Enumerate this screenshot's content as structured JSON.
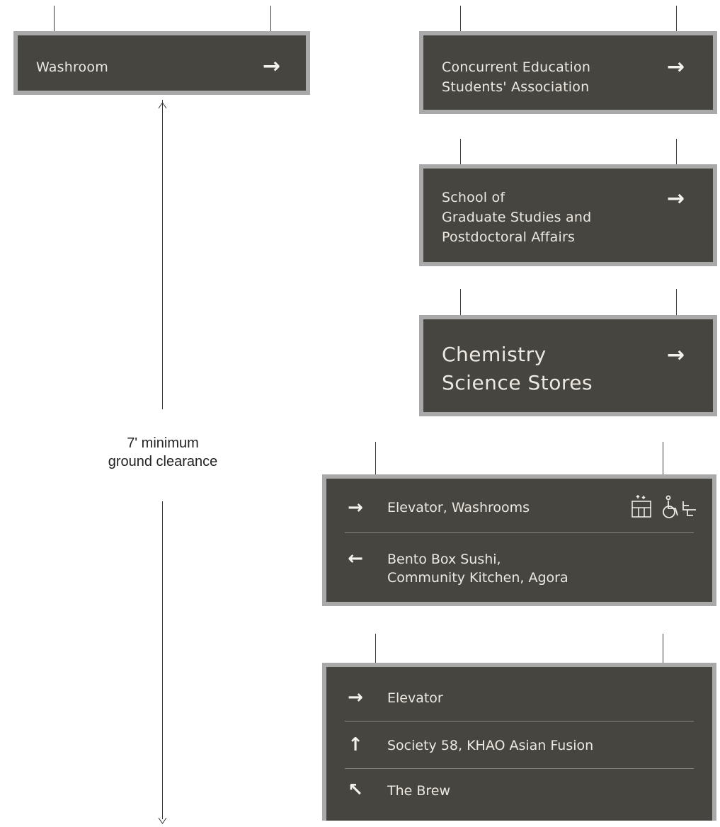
{
  "signs": {
    "washroom": {
      "label": "Washroom",
      "arrow": "→"
    },
    "cesa": {
      "line1": "Concurrent Education",
      "line2": "Students' Association",
      "arrow": "→"
    },
    "sgs": {
      "line1": "School of",
      "line2": "Graduate Studies and",
      "line3": "Postdoctoral Affairs",
      "arrow": "→"
    },
    "chem": {
      "line1": "Chemistry",
      "line2": "Science Stores",
      "arrow": "→"
    },
    "elev_wash": {
      "rows": [
        {
          "arrow": "→",
          "text": "Elevator, Washrooms"
        },
        {
          "arrow": "←",
          "line1": "Bento Box Sushi,",
          "line2": "Community Kitchen, Agora"
        }
      ],
      "icons": [
        "elevator-icon",
        "accessible-washroom-icon"
      ]
    },
    "elev_society": {
      "rows": [
        {
          "arrow": "→",
          "text": "Elevator"
        },
        {
          "arrow": "↑",
          "text": "Society 58, KHAO Asian Fusion"
        },
        {
          "arrow": "↖",
          "text": "The Brew"
        }
      ]
    }
  },
  "clearance": {
    "line1": "7' minimum",
    "line2": "ground clearance"
  },
  "colors": {
    "sign_face": "#47453f",
    "sign_border": "#a9a9a9",
    "sign_text": "#ece9e2"
  }
}
